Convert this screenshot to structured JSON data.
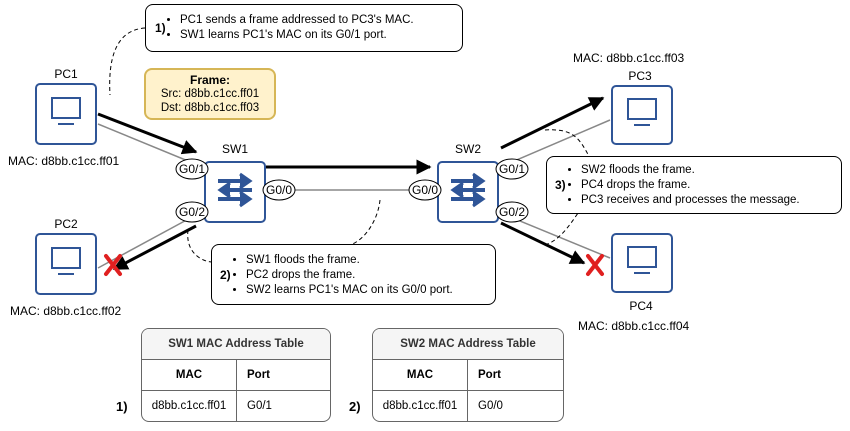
{
  "callout1": {
    "number": "1)",
    "items": [
      "PC1 sends a frame addressed to PC3's MAC.",
      "SW1 learns PC1's MAC on its G0/1 port."
    ]
  },
  "callout2": {
    "number": "2)",
    "items": [
      "SW1 floods the frame.",
      "PC2 drops the frame.",
      "SW2 learns PC1's MAC on its G0/0 port."
    ]
  },
  "callout3": {
    "number": "3)",
    "items": [
      "SW2 floods the frame.",
      "PC4 drops the frame.",
      "PC3 receives and processes the message."
    ]
  },
  "frame": {
    "title": "Frame:",
    "src": "Src: d8bb.c1cc.ff01",
    "dst": "Dst: d8bb.c1cc.ff03"
  },
  "devices": {
    "pc1": {
      "name": "PC1",
      "mac": "MAC: d8bb.c1cc.ff01"
    },
    "pc2": {
      "name": "PC2",
      "mac": "MAC: d8bb.c1cc.ff02"
    },
    "pc3": {
      "name": "PC3",
      "mac": "MAC: d8bb.c1cc.ff03"
    },
    "pc4": {
      "name": "PC4",
      "mac": "MAC: d8bb.c1cc.ff04"
    },
    "sw1": {
      "name": "SW1"
    },
    "sw2": {
      "name": "SW2"
    }
  },
  "ports": {
    "sw1_g01": "G0/1",
    "sw1_g02": "G0/2",
    "sw1_g00": "G0/0",
    "sw2_g00": "G0/0",
    "sw2_g01": "G0/1",
    "sw2_g02": "G0/2"
  },
  "sw1_table": {
    "title": "SW1 MAC Address Table",
    "col_mac": "MAC",
    "col_port": "Port",
    "step": "1)",
    "rows": [
      {
        "mac": "d8bb.c1cc.ff01",
        "port": "G0/1"
      }
    ]
  },
  "sw2_table": {
    "title": "SW2 MAC Address Table",
    "col_mac": "MAC",
    "col_port": "Port",
    "step": "2)",
    "rows": [
      {
        "mac": "d8bb.c1cc.ff01",
        "port": "G0/0"
      }
    ]
  },
  "colors": {
    "device": "#2f5597",
    "drop": "#e02020",
    "frame_fill": "#fff2cc",
    "frame_border": "#d6b656"
  },
  "icons": {
    "pc": "monitor-icon",
    "switch": "switch-arrows-icon",
    "drop": "x-mark-icon"
  }
}
